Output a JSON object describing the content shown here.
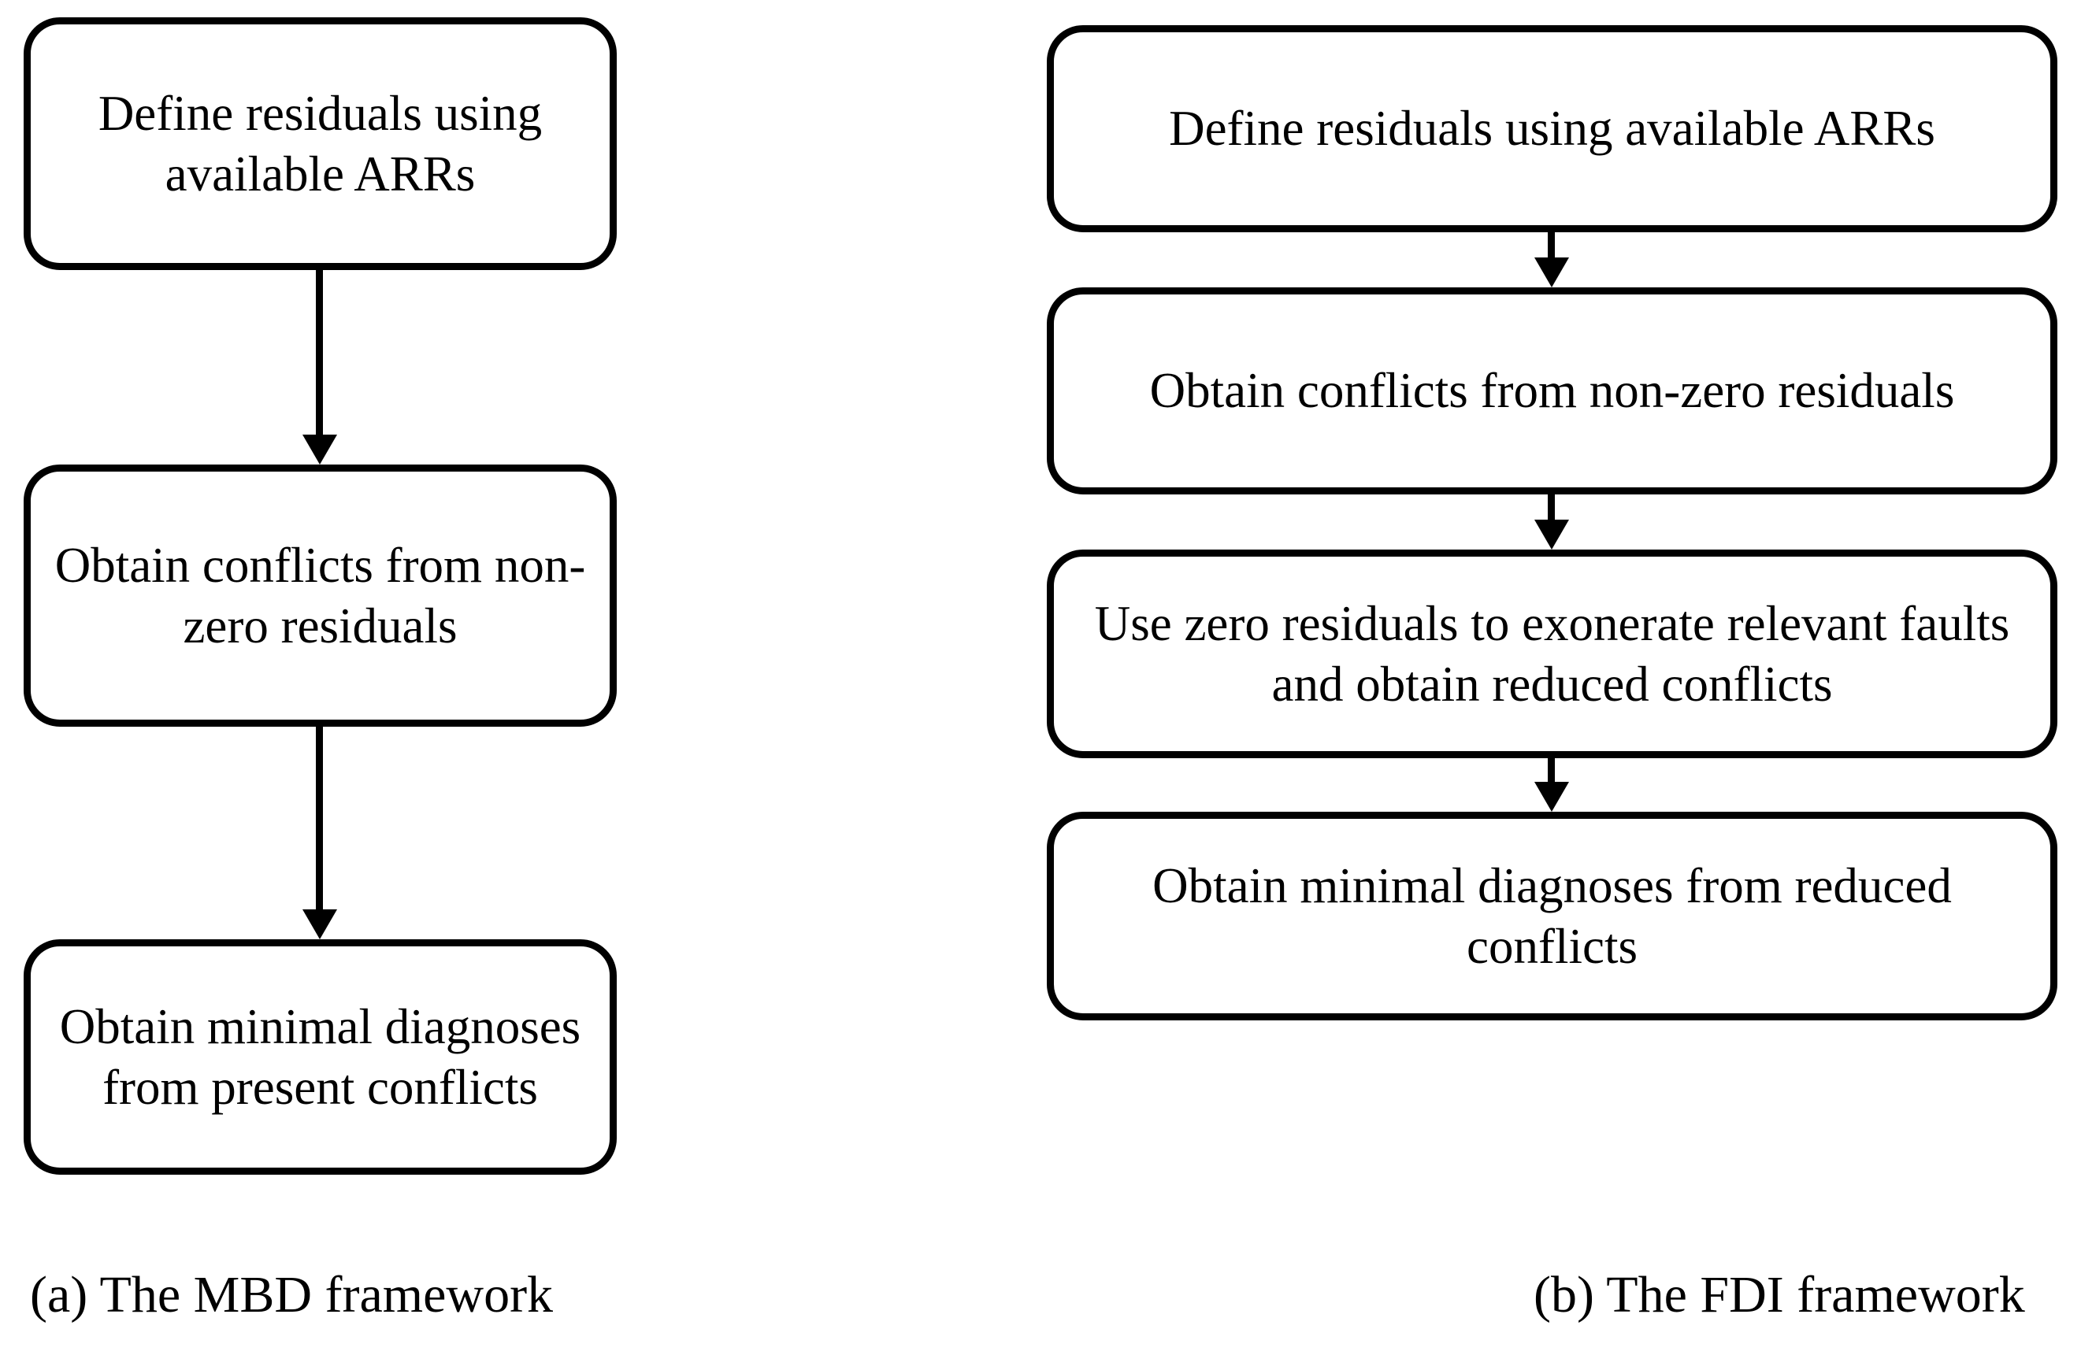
{
  "figure": {
    "background_color": "#ffffff",
    "stroke_color": "#000000",
    "text_color": "#000000"
  },
  "panels": [
    {
      "id": "a",
      "caption": "(a) The MBD framework",
      "steps": [
        {
          "id": "a1",
          "text": "Define residuals using available ARRs"
        },
        {
          "id": "a2",
          "text": "Obtain conflicts from non-zero residuals"
        },
        {
          "id": "a3",
          "text": "Obtain minimal diagnoses from present conflicts"
        }
      ],
      "connectors": [
        {
          "id": "a-arrow-1",
          "from": "a1",
          "to": "a2",
          "direction": "down"
        },
        {
          "id": "a-arrow-2",
          "from": "a2",
          "to": "a3",
          "direction": "down"
        }
      ]
    },
    {
      "id": "b",
      "caption": "(b) The FDI framework",
      "steps": [
        {
          "id": "b1",
          "text": "Define residuals using available ARRs"
        },
        {
          "id": "b2",
          "text": "Obtain conflicts from non-zero residuals"
        },
        {
          "id": "b3",
          "text": "Use zero residuals to exonerate relevant faults and obtain reduced conflicts"
        },
        {
          "id": "b4",
          "text": "Obtain minimal diagnoses from reduced conflicts"
        }
      ],
      "connectors": [
        {
          "id": "b-arrow-1",
          "from": "b1",
          "to": "b2",
          "direction": "down"
        },
        {
          "id": "b-arrow-2",
          "from": "b2",
          "to": "b3",
          "direction": "down"
        },
        {
          "id": "b-arrow-3",
          "from": "b3",
          "to": "b4",
          "direction": "down"
        }
      ]
    }
  ]
}
